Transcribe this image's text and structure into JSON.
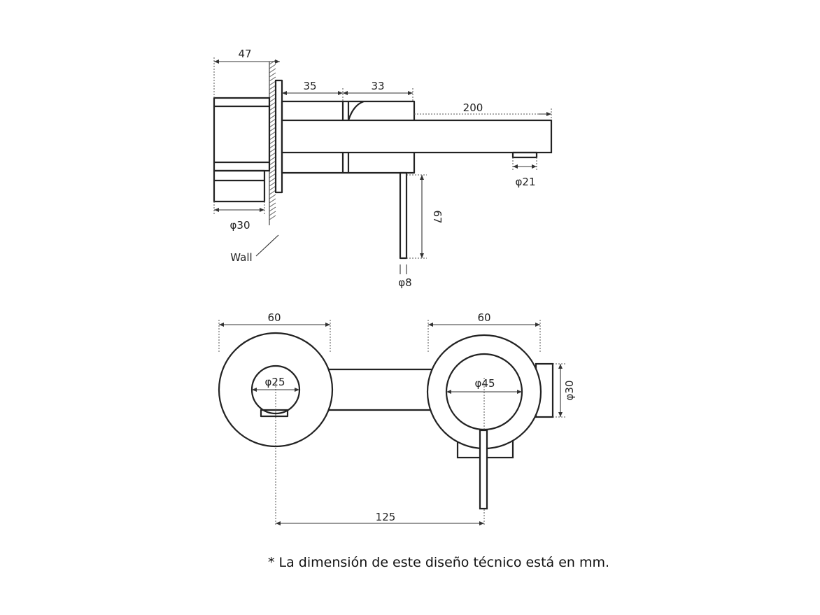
{
  "side_view": {
    "dim_wall_depth": "47",
    "dim_body_a": "35",
    "dim_body_b": "33",
    "dim_spout": "200",
    "dim_outlet": "φ21",
    "dim_trim": "φ30",
    "dim_lever_len": "67",
    "dim_lever_dia": "φ8",
    "wall_label": "Wall"
  },
  "front_view": {
    "dim_left_plate": "60",
    "dim_right_plate": "60",
    "dim_left_inner": "φ25",
    "dim_right_inner": "φ45",
    "dim_side_outlet": "φ30",
    "dim_center_distance": "125"
  },
  "footnote": "* La dimensión de este diseño técnico está en mm."
}
